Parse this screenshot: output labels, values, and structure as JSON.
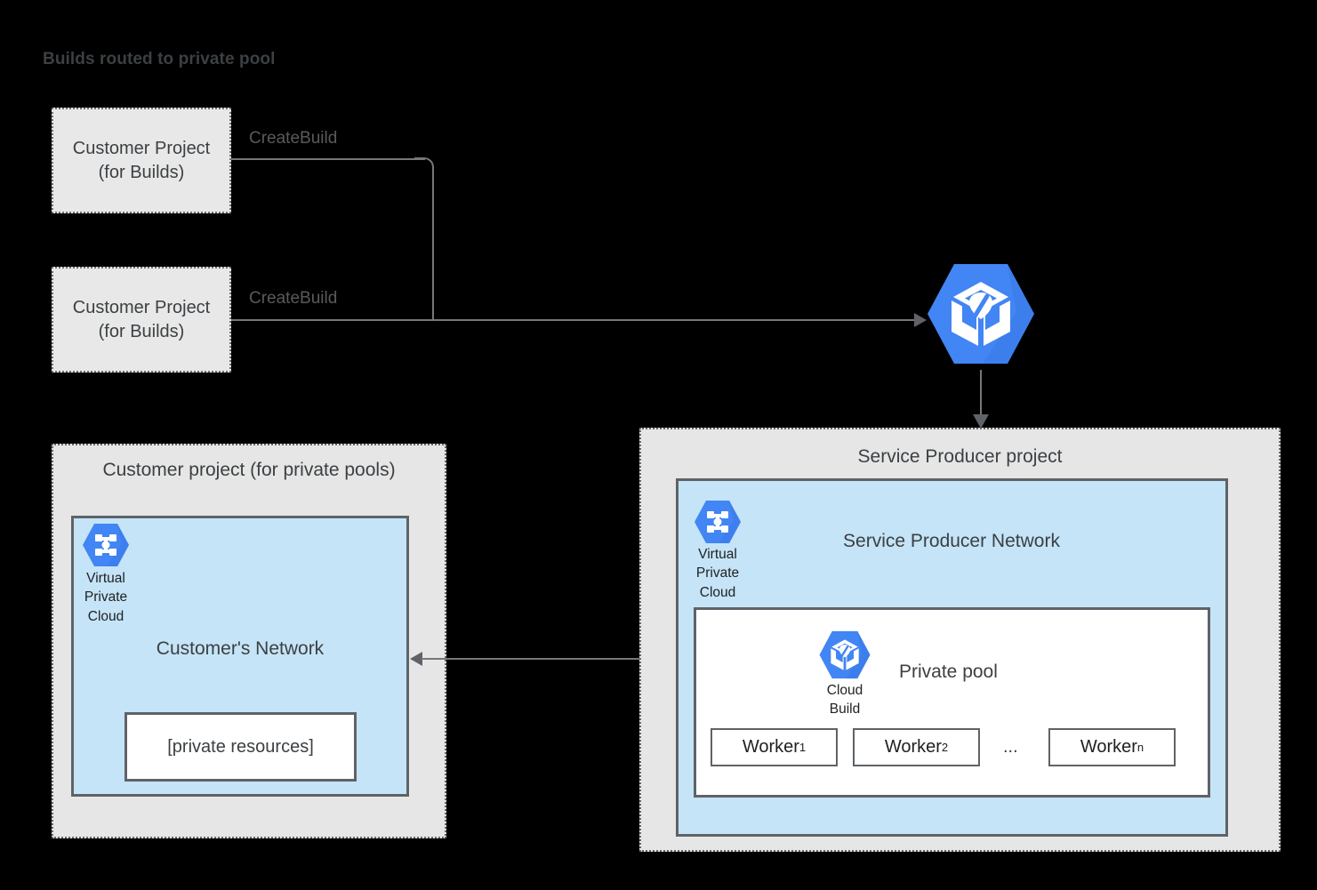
{
  "title": "Builds routed to private pool",
  "colors": {
    "background": "#000000",
    "gcp_blue": "#4285f4",
    "gcp_blue_shade": "#3b78e7",
    "network_fill": "#c5e4f7",
    "project_fill": "#e6e6e6",
    "border_gray": "#5f6368",
    "text_gray": "#3c4043"
  },
  "build_projects": [
    {
      "line1": "Customer Project",
      "line2": "(for Builds)",
      "edge_label": "CreateBuild"
    },
    {
      "line1": "Customer Project",
      "line2": "(for Builds)",
      "edge_label": "CreateBuild"
    }
  ],
  "cloud_build_service": {
    "icon": "cloud-build-icon"
  },
  "customer_project": {
    "title": "Customer project (for private pools)",
    "vpc_icon": {
      "icon": "virtual-private-cloud-icon",
      "caption_line1": "Virtual",
      "caption_line2": "Private",
      "caption_line3": "Cloud"
    },
    "network_title": "Customer's Network",
    "private_resources": "[private resources]"
  },
  "service_producer_project": {
    "title": "Service Producer project",
    "vpc_icon": {
      "icon": "virtual-private-cloud-icon",
      "caption_line1": "Virtual",
      "caption_line2": "Private",
      "caption_line3": "Cloud"
    },
    "network_title": "Service Producer Network",
    "private_pool": {
      "label": "Private pool",
      "icon": "cloud-build-icon",
      "icon_caption_line1": "Cloud",
      "icon_caption_line2": "Build",
      "workers": [
        {
          "name": "Worker",
          "subscript": "1"
        },
        {
          "name": "Worker",
          "subscript": "2"
        },
        {
          "name": "Worker",
          "subscript": "n"
        }
      ],
      "ellipsis": "..."
    }
  },
  "connectors": {
    "peering_arrow": "bidirectional-network-peering"
  }
}
